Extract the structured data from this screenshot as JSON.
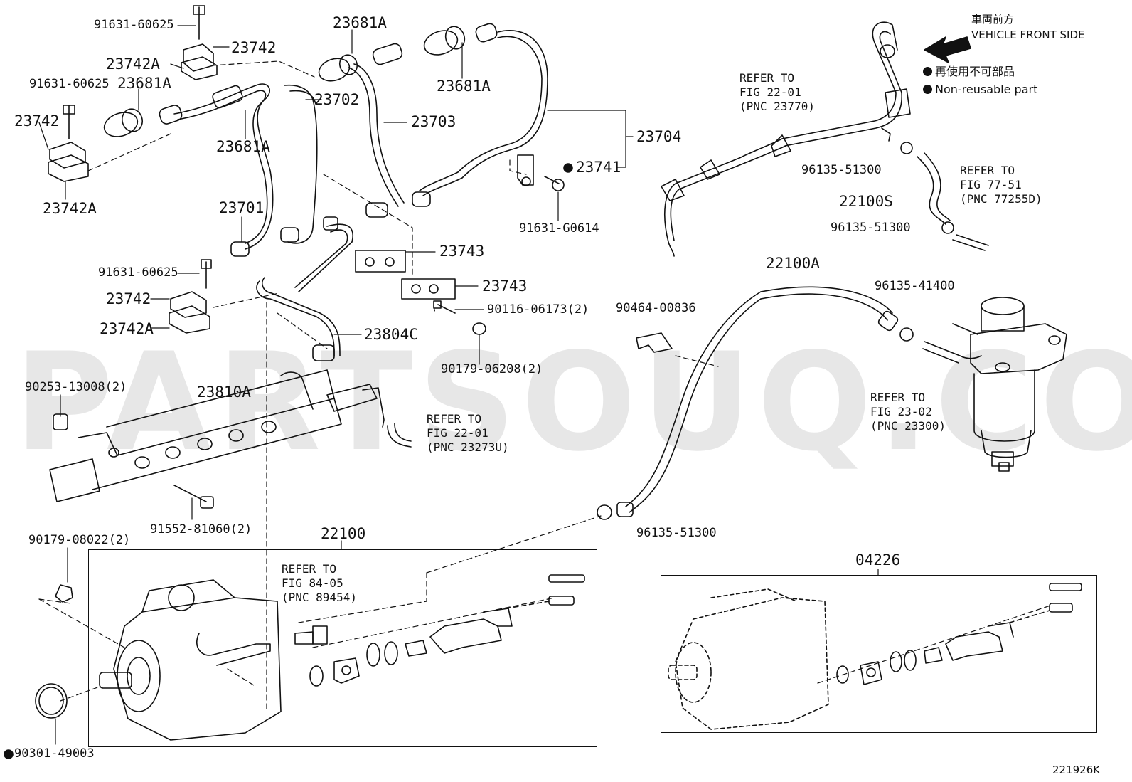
{
  "watermark": "PARTSOUQ.COM",
  "direction": {
    "jp": "車両前方",
    "en": "VEHICLE FRONT SIDE"
  },
  "legend": [
    {
      "symbol": "●",
      "text": "再使用不可部品"
    },
    {
      "symbol": "●",
      "text": "Non-reusable part"
    }
  ],
  "figure_id": "221926K",
  "labels": {
    "p91631_60625_a": "91631-60625",
    "p23742_a": "23742",
    "p23742A_a": "23742A",
    "p23681A_top": "23681A",
    "p91631_60625_b": "91631-60625",
    "p23681A_left": "23681A",
    "p23742_b": "23742",
    "p23742A_b": "23742A",
    "p23702": "23702",
    "p23681A_mid": "23681A",
    "p23703": "23703",
    "p23681A_right": "23681A",
    "p23704": "23704",
    "p23741": "23741",
    "p91631_G0614": "91631-G0614",
    "p23701": "23701",
    "p23743_a": "23743",
    "p23743_b": "23743",
    "p91631_60625_c": "91631-60625",
    "p23742_c": "23742",
    "p23742A_c": "23742A",
    "p90116_06173": "90116-06173(2)",
    "p90464_00836": "90464-00836",
    "p23804C": "23804C",
    "p90179_06208": "90179-06208(2)",
    "p90253_13008": "90253-13008(2)",
    "p23810A": "23810A",
    "p91552_81060": "91552-81060(2)",
    "p90179_08022": "90179-08022(2)",
    "p22100": "22100",
    "p90301_49003": "90301-49003",
    "p96135_51300_a": "96135-51300",
    "p22100S": "22100S",
    "p96135_51300_b": "96135-51300",
    "p22100A": "22100A",
    "p96135_41400": "96135-41400",
    "p96135_51300_c": "96135-51300",
    "p04226": "04226"
  },
  "refs": {
    "r1": {
      "line1": "REFER TO",
      "line2": "FIG 22-01",
      "pnc": "(PNC 23770)"
    },
    "r2": {
      "line1": "REFER TO",
      "line2": "FIG 77-51",
      "pnc": "(PNC 77255D)"
    },
    "r3": {
      "line1": "REFER TO",
      "line2": "FIG 22-01",
      "pnc": "(PNC 23273U)"
    },
    "r4": {
      "line1": "REFER TO",
      "line2": "FIG 23-02",
      "pnc": "(PNC 23300)"
    },
    "r5": {
      "line1": "REFER TO",
      "line2": "FIG 84-05",
      "pnc": "(PNC 89454)"
    }
  }
}
